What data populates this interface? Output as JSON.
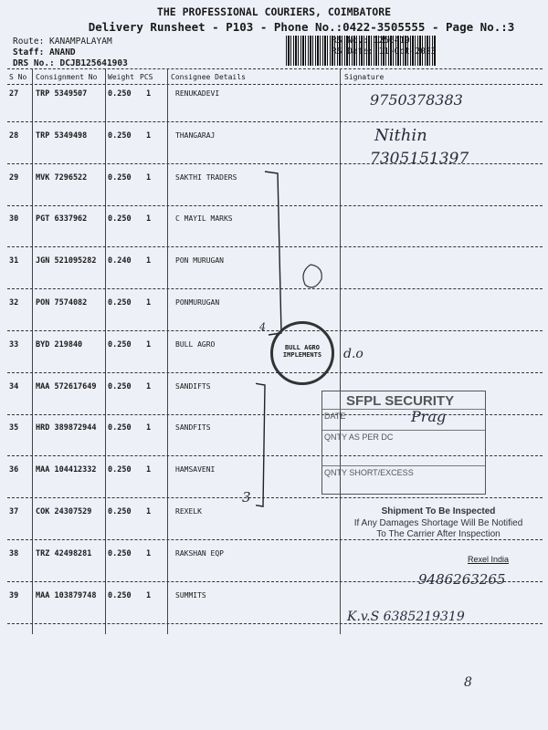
{
  "header": {
    "title": "THE PROFESSIONAL COURIERS, COIMBATORE",
    "subtitle": "Delivery Runsheet - P103 - Phone No.:0422-3505555 - Page No.:3",
    "route": "Route: KANAMPALAYAM",
    "staff": "Staff: ANAND",
    "drs": "DRS No.: DCJB125641903",
    "rs_no": "RS No.: 1256419",
    "rs_date": "RS Date: 11-Oct-2023"
  },
  "columns": [
    "S No",
    "Consignment No",
    "Weight",
    "PCS",
    "Consignee Details",
    "Signature"
  ],
  "rows": [
    {
      "sno": "27",
      "cons": "TRP 5349507",
      "wt": "0.250",
      "pcs": "1",
      "name": "RENUKADEVI"
    },
    {
      "sno": "28",
      "cons": "TRP 5349498",
      "wt": "0.250",
      "pcs": "1",
      "name": "THANGARAJ"
    },
    {
      "sno": "29",
      "cons": "MVK 7296522",
      "wt": "0.250",
      "pcs": "1",
      "name": "SAKTHI TRADERS"
    },
    {
      "sno": "30",
      "cons": "PGT 6337962",
      "wt": "0.250",
      "pcs": "1",
      "name": "C MAYIL MARKS"
    },
    {
      "sno": "31",
      "cons": "JGN 521095282",
      "wt": "0.240",
      "pcs": "1",
      "name": "PON MURUGAN"
    },
    {
      "sno": "32",
      "cons": "PON 7574082",
      "wt": "0.250",
      "pcs": "1",
      "name": "PONMURUGAN"
    },
    {
      "sno": "33",
      "cons": "BYD 219840",
      "wt": "0.250",
      "pcs": "1",
      "name": "BULL AGRO"
    },
    {
      "sno": "34",
      "cons": "MAA 572617649",
      "wt": "0.250",
      "pcs": "1",
      "name": "SANDIFTS"
    },
    {
      "sno": "35",
      "cons": "HRD 389872944",
      "wt": "0.250",
      "pcs": "1",
      "name": "SANDFITS"
    },
    {
      "sno": "36",
      "cons": "MAA 104412332",
      "wt": "0.250",
      "pcs": "1",
      "name": "HAMSAVENI"
    },
    {
      "sno": "37",
      "cons": "COK 24307529",
      "wt": "0.250",
      "pcs": "1",
      "name": "REXELK"
    },
    {
      "sno": "38",
      "cons": "TRZ 42498281",
      "wt": "0.250",
      "pcs": "1",
      "name": "RAKSHAN EQP"
    },
    {
      "sno": "39",
      "cons": "MAA 103879748",
      "wt": "0.250",
      "pcs": "1",
      "name": "SUMMITS"
    }
  ],
  "handwriting": {
    "sig27": "9750378383",
    "sig28a": "Nithin",
    "sig28b": "7305151397",
    "count4": "4",
    "count3": "3",
    "sig33": "d.o",
    "sig39": "K.v.S 6385219319",
    "sig38": "9486263265",
    "date_sign": "Prag",
    "page_mark": "8"
  },
  "stamps": {
    "bull_agro": "BULL AGRO IMPLEMENTS",
    "sfpl_title": "SFPL SECURITY",
    "sfpl_date": "DATE",
    "sfpl_qty": "QNTY AS PER DC",
    "sfpl_short": "QNTY SHORT/EXCESS",
    "ship1": "Shipment To Be Inspected",
    "ship2": "If Any Damages Shortage Will Be Notified",
    "ship3": "To The Carrier After Inspection",
    "rexel": "Rexel India"
  }
}
